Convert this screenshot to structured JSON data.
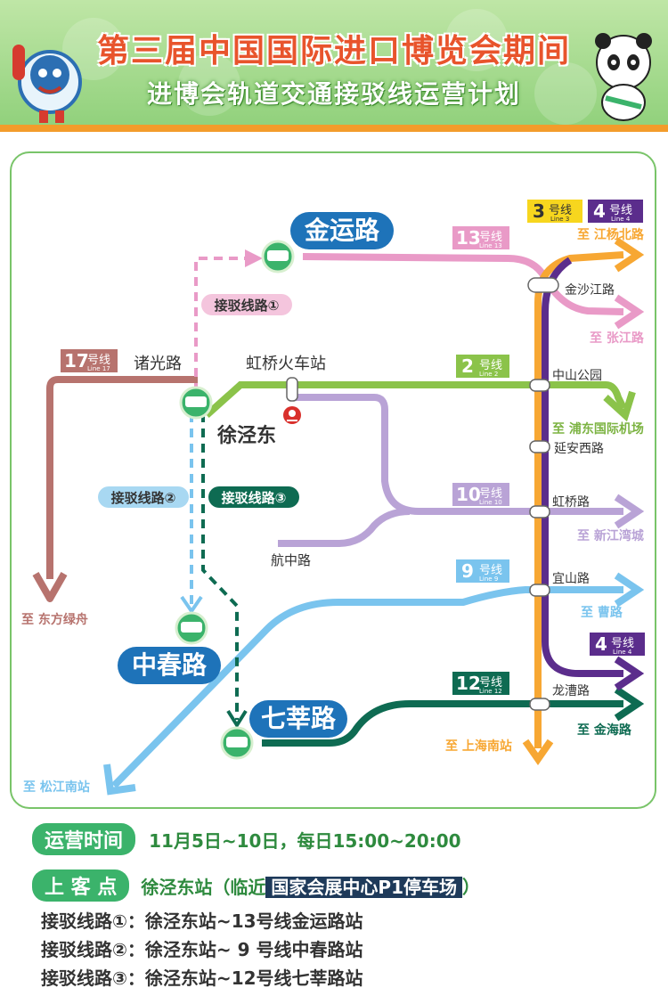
{
  "header": {
    "title_line1": "第三届中国国际进口博览会期间",
    "title_line2": "进博会轨道交通接驳线运营计划"
  },
  "colors": {
    "line13": "#e99ac7",
    "line2": "#8bc34a",
    "line10": "#b9a3d6",
    "line9": "#7ac4ee",
    "line12": "#0e6b52",
    "line17": "#b7736e",
    "line3": "#f7a733",
    "line4": "#5b2d8c",
    "shuttle1": "#e99ac7",
    "shuttle2": "#7ac4ee",
    "shuttle3": "#0e6b52"
  },
  "map": {
    "stations": {
      "jinyunlu": "金运路",
      "zhongchunlu": "中春路",
      "qixinlu": "七莘路",
      "xujingdong": "徐泾东",
      "hongqiao_railway": "虹桥火车站",
      "zhuguanglu": "诸光路",
      "hangzhonglu": "航中路",
      "jinshajianglu": "金沙江路",
      "zhongshangongyuan": "中山公园",
      "yananxilu": "延安西路",
      "hongqiaolu": "虹桥路",
      "yishanlu": "宜山路",
      "longcaolu": "龙漕路"
    },
    "line_badges": {
      "line13": {
        "num": "13",
        "suffix": "号线",
        "en": "Line 13"
      },
      "line2": {
        "num": "2",
        "suffix": "号线",
        "en": "Line 2"
      },
      "line10": {
        "num": "10",
        "suffix": "号线",
        "en": "Line 10"
      },
      "line9": {
        "num": "9",
        "suffix": "号线",
        "en": "Line 9"
      },
      "line12": {
        "num": "12",
        "suffix": "号线",
        "en": "Line 12"
      },
      "line17": {
        "num": "17",
        "suffix": "号线",
        "en": "Line 17"
      },
      "line3": {
        "num": "3",
        "suffix": "号线",
        "en": "Line 3"
      },
      "line4a": {
        "num": "4",
        "suffix": "号线",
        "en": "Line 4"
      },
      "line4b": {
        "num": "4",
        "suffix": "号线",
        "en": "Line 4"
      }
    },
    "shuttle_labels": {
      "s1": "接驳线路①",
      "s2": "接驳线路②",
      "s3": "接驳线路③"
    },
    "destinations": {
      "jiangyangbeilu": "至 江杨北路",
      "zhangjianglu": "至 张江路",
      "pudong_airport": "至 浦东国际机场",
      "xinjiangwancheng": "至 新江湾城",
      "caolu": "至 曹路",
      "jinhailu": "至 金海路",
      "shanghainan": "至 上海南站",
      "songjiangnan": "至 松江南站",
      "dongfanglvzhou": "至 东方绿舟"
    }
  },
  "info": {
    "time_label": "运营时间",
    "time_value": "11月5日~10日，每日15:00~20:00",
    "pickup_label": "上 客 点",
    "pickup_prefix": "徐泾东站（临近",
    "pickup_highlight": "国家会展中心P1停车场",
    "pickup_suffix": "）",
    "routes": [
      "接驳线路①：徐泾东站~13号线金运路站",
      "接驳线路②：徐泾东站~ 9 号线中春路站",
      "接驳线路③：徐泾东站~12号线七莘路站"
    ]
  }
}
